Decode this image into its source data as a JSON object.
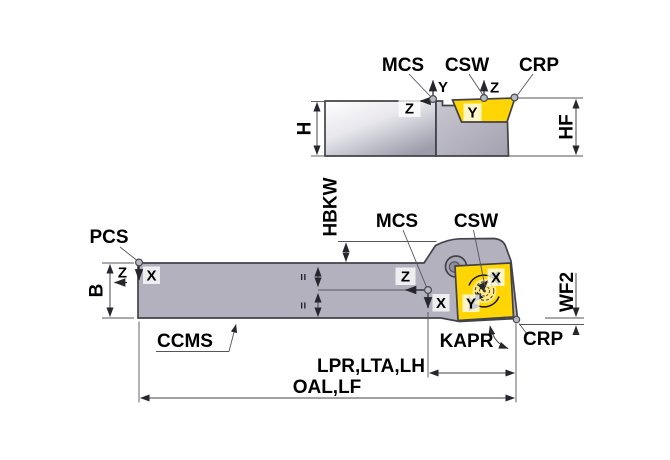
{
  "diagram": {
    "type": "technical-drawing",
    "subject": "lathe turning tool holder dimension drawing, side view and plan view",
    "side_view": {
      "labels": {
        "mcs": "MCS",
        "csw": "CSW",
        "crp": "CRP",
        "h": "H",
        "hf": "HF"
      }
    },
    "plan_view": {
      "labels": {
        "pcs": "PCS",
        "mcs": "MCS",
        "csw": "CSW",
        "crp": "CRP",
        "ccms": "CCMS",
        "kapr": "KAPR",
        "hbkw": "HBKW",
        "b": "B",
        "wf2": "WF2",
        "lpr_lta_lh": "LPR,LTA,LH",
        "oal_lf": "OAL,LF"
      }
    },
    "axes": {
      "x": "X",
      "y": "Y",
      "z": "Z"
    },
    "marks": {
      "equal": "="
    },
    "colors": {
      "insert_yellow": "#FFD503",
      "insert_border": "#6a6344",
      "body_gray": "#b3b1bd",
      "hole_gray": "#a9a7b3",
      "outline": "#42424a",
      "label_text": "#000000",
      "background": "#ffffff"
    }
  }
}
